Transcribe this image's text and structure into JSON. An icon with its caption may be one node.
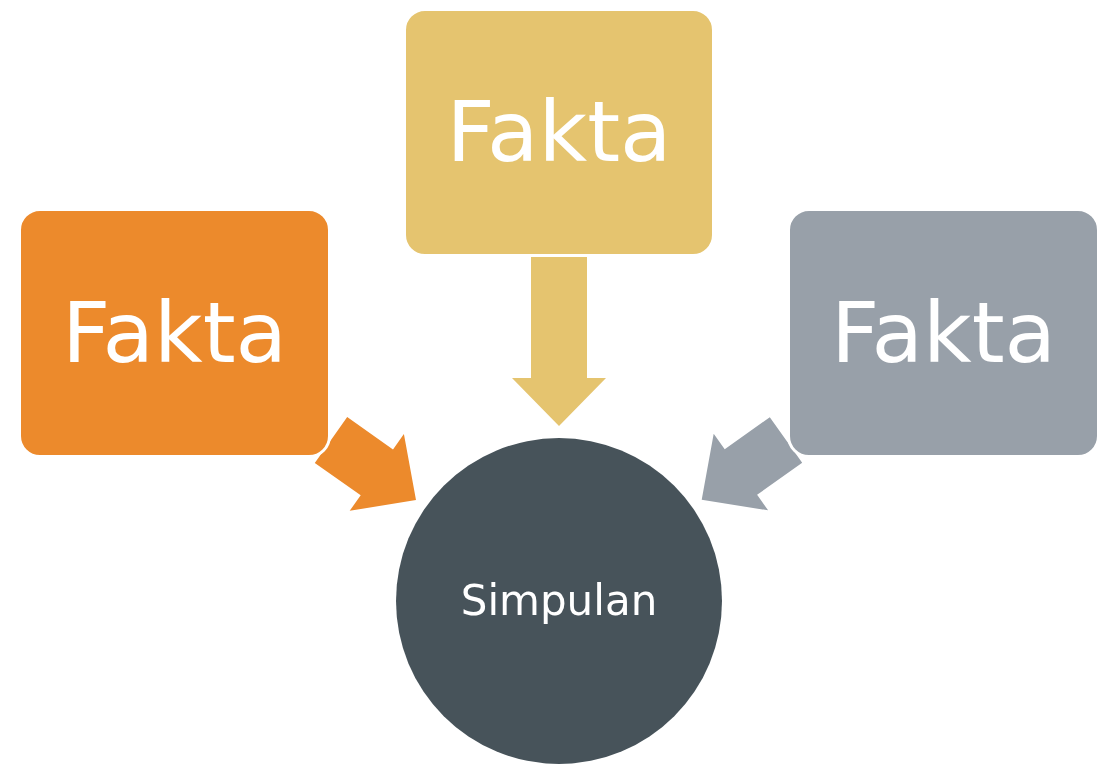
{
  "diagram": {
    "nodes": [
      {
        "text": [
          "Fakta"
        ]
      },
      {
        "text": [
          "Fakta"
        ]
      },
      {
        "text": [
          "Fakta"
        ]
      },
      {
        "text": [
          "Simpulan"
        ]
      }
    ],
    "edges": [
      {
        "from": 0,
        "to": 3,
        "arrow": "to",
        "style": "thick",
        "color": "#e5c46f"
      },
      {
        "from": 1,
        "to": 3,
        "arrow": "to",
        "style": "thick",
        "color": "#ec8a2c"
      },
      {
        "from": 2,
        "to": 3,
        "arrow": "to",
        "style": "thick",
        "color": "#98a0a9"
      }
    ]
  }
}
